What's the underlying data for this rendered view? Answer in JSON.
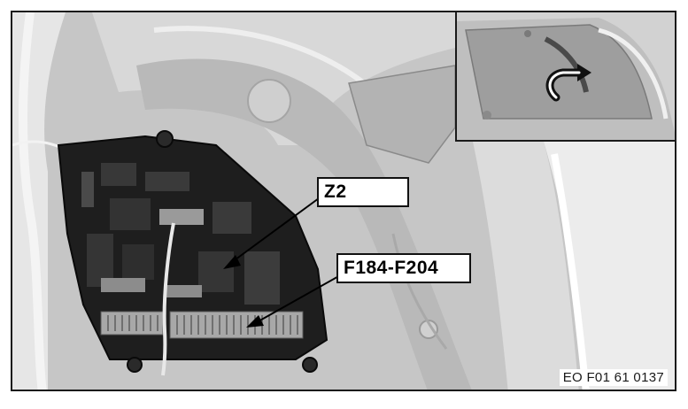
{
  "labels": {
    "z2": "Z2",
    "fuse_range": "F184-F204"
  },
  "figure_code": "EO F01 61 0137",
  "colors": {
    "background": "#c9c9c9",
    "fuse_box": "#1e1e1e",
    "callout_fill": "#ffffff",
    "outline": "#111111"
  },
  "icons": {
    "inset_arrow": "rotate-arrow-icon"
  }
}
